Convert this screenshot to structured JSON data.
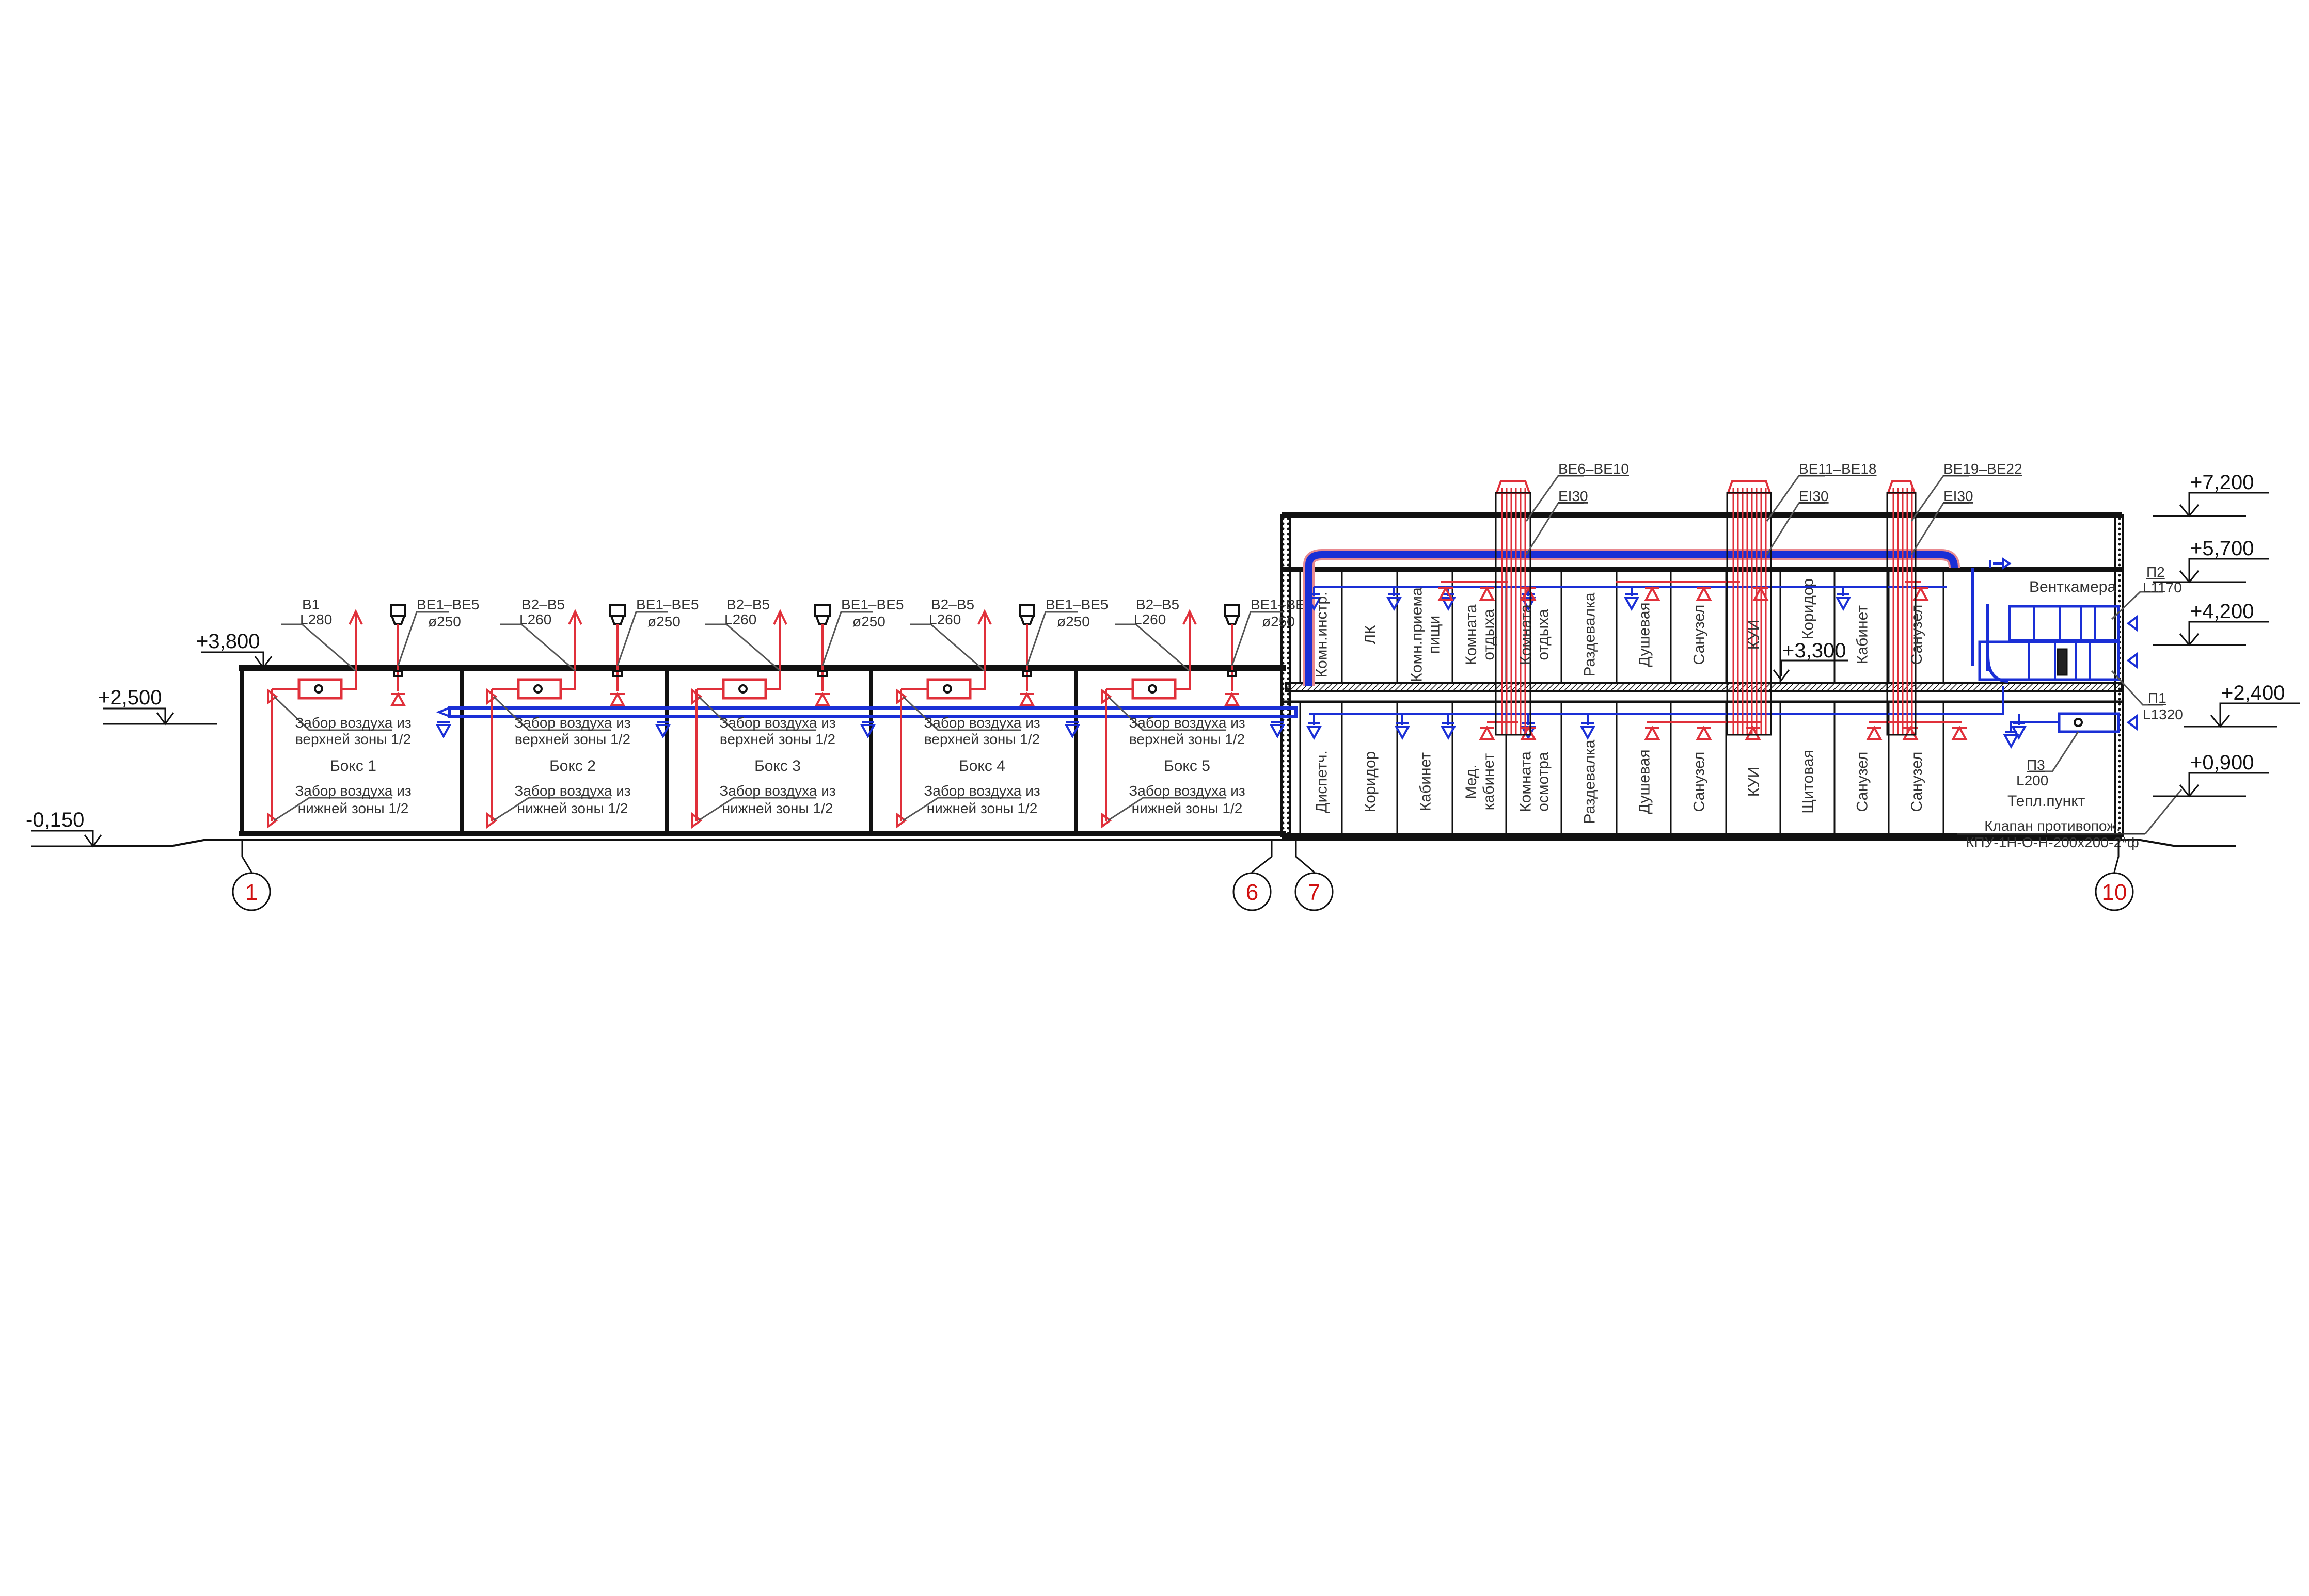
{
  "left_levels": [
    "+3,800",
    "+2,500",
    "-0,150"
  ],
  "right_levels": [
    "+7,200",
    "+5,700",
    "+4,200",
    "+2,400",
    "+0,900"
  ],
  "inner_level": "+3,300",
  "axes": [
    "1",
    "6",
    "7",
    "10"
  ],
  "boxes": [
    {
      "name": "Бокс 1",
      "supply_tag": "В1",
      "supply_flow": "L280",
      "exhaust_tag": "ВЕ1–ВЕ5",
      "exhaust_dia": "ø250"
    },
    {
      "name": "Бокс 2",
      "supply_tag": "В2–В5",
      "supply_flow": "L260",
      "exhaust_tag": "ВЕ1–ВЕ5",
      "exhaust_dia": "ø250"
    },
    {
      "name": "Бокс 3",
      "supply_tag": "В2–В5",
      "supply_flow": "L260",
      "exhaust_tag": "ВЕ1–ВЕ5",
      "exhaust_dia": "ø250"
    },
    {
      "name": "Бокс 4",
      "supply_tag": "В2–В5",
      "supply_flow": "L260",
      "exhaust_tag": "ВЕ1–ВЕ5",
      "exhaust_dia": "ø250"
    },
    {
      "name": "Бокс 5",
      "supply_tag": "В2–В5",
      "supply_flow": "L260",
      "exhaust_tag": "ВЕ1–ВЕ5",
      "exhaust_dia": "ø250"
    }
  ],
  "box_notes": {
    "upper_1": "Забор воздуха из",
    "upper_2": "верхней зоны 1/2",
    "lower_1": "Забор воздуха из",
    "lower_2": "нижней зоны 1/2"
  },
  "shafts": [
    {
      "tag": "ВЕ6–ВЕ10",
      "fire": "EI30"
    },
    {
      "tag": "ВЕ11–ВЕ18",
      "fire": "EI30"
    },
    {
      "tag": "ВЕ19–ВЕ22",
      "fire": "EI30"
    }
  ],
  "upper_rooms": [
    [
      "Комн.инстр."
    ],
    [
      "ЛК"
    ],
    [
      "Комн.приема",
      "пищи"
    ],
    [
      "Комната",
      "отдыха"
    ],
    [
      "Комната",
      "отдыха"
    ],
    [
      "Раздевалка"
    ],
    [
      "Душевая"
    ],
    [
      "Санузел"
    ],
    [
      "КУИ"
    ],
    [
      "Коридор"
    ],
    [
      "Кабинет"
    ],
    [
      "Санузел"
    ]
  ],
  "lower_rooms": [
    [
      "Диспетч."
    ],
    [
      "Коридор"
    ],
    [
      "Кабинет"
    ],
    [
      "Мед.",
      "кабинет"
    ],
    [
      "Комната",
      "осмотра"
    ],
    [
      "Раздевалка"
    ],
    [
      "Душевая"
    ],
    [
      "Санузел"
    ],
    [
      "КУИ"
    ],
    [
      "Щитовая"
    ],
    [
      "Санузел"
    ],
    [
      "Санузел"
    ]
  ],
  "ventchamber": {
    "title": "Венткамера",
    "p2_tag": "П2",
    "p2_flow": "L1170",
    "p1_tag": "П1",
    "p1_flow": "L1320",
    "p3_tag": "П3",
    "p3_flow": "L200",
    "heat_point": "Тепл.пункт"
  },
  "damper": {
    "line1": "Клапан противопож.",
    "line2": "КПУ-1Н-О-Н-200х200-2*ф"
  },
  "colors": {
    "supply": "#1a2fd6",
    "exhaust": "#e0303a",
    "structure": "#111111",
    "leader": "#555555",
    "axis": "#d01010"
  }
}
